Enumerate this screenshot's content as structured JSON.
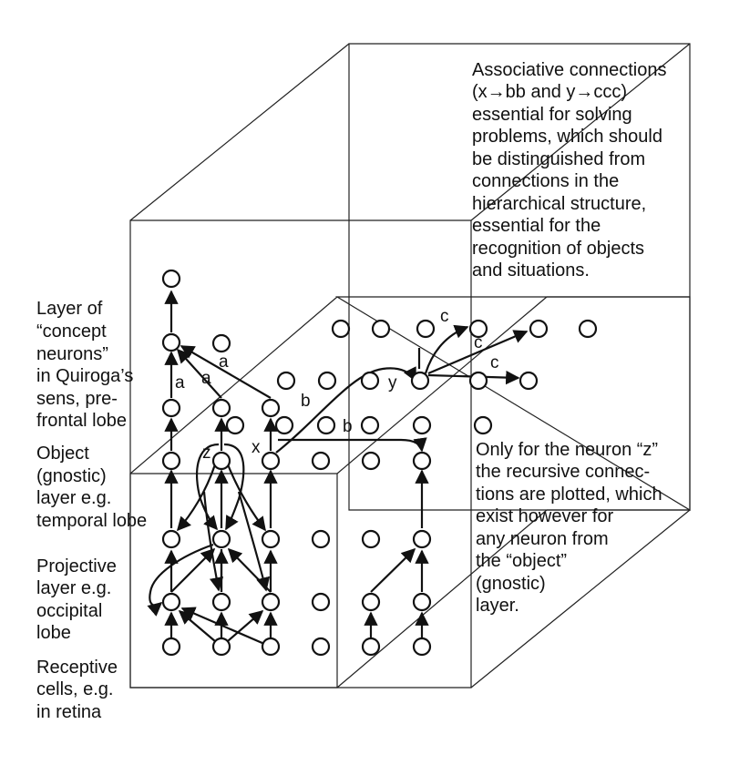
{
  "left_labels": {
    "concept": [
      "Layer of",
      "“concept",
      "neurons”",
      "in Quiroga’s",
      "sens, pre-",
      "frontal lobe"
    ],
    "object": [
      "Object",
      "(gnostic)",
      "layer e.g.",
      "temporal lobe"
    ],
    "projective": [
      "Projective",
      "layer e.g.",
      "occipital",
      "lobe"
    ],
    "receptive": [
      "Receptive",
      "cells, e.g.",
      "in retina"
    ]
  },
  "notes": {
    "associative": [
      "Associative connections",
      "(x→bb and y→ccc)",
      "essential for solving",
      "problems, which should",
      "be distinguished from",
      "connections in the",
      "hierarchical structure,",
      "essential for the",
      "recognition of objects",
      "and situations."
    ],
    "recursive": [
      "Only for the neuron “z”",
      "the recursive connec-",
      "tions are plotted, which",
      "exist however for",
      "any neuron from",
      "the “object”",
      "(gnostic)",
      "layer."
    ]
  },
  "connection_labels": {
    "a1": "a",
    "a2": "a",
    "a3": "a",
    "b1": "b",
    "b2": "b",
    "c1": "c",
    "c2": "c",
    "c3": "c",
    "x": "x",
    "y": "y",
    "z": "z"
  },
  "colors": {
    "line": "#111111",
    "box": "#222222",
    "neuron_fill": "#ffffff"
  }
}
